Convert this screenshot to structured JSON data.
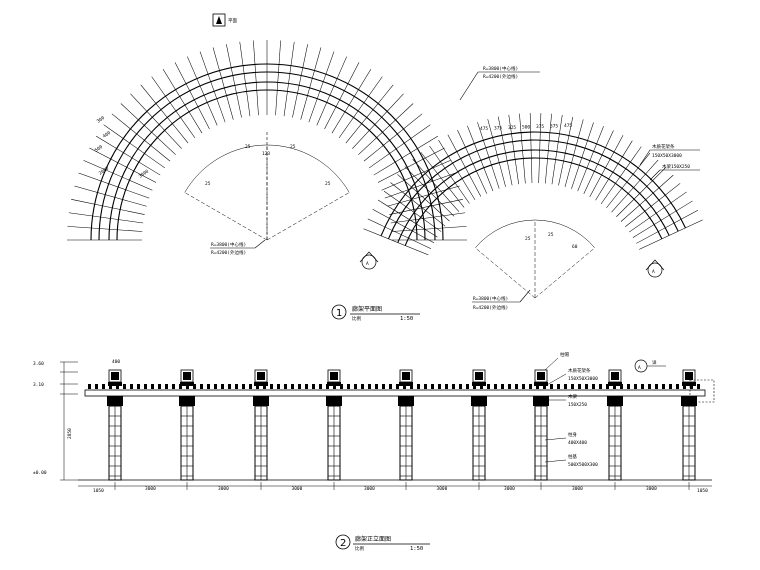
{
  "plan": {
    "title": "廊架平面图",
    "scale_prefix": "比例",
    "scale": "1:50",
    "number": "1",
    "north_tag": "平面",
    "index_tag_1": "A",
    "index_tag_2": "A",
    "callout_top_1": "R=3800(中心线)",
    "callout_top_2": "R=4200(外边线)",
    "callout_left_1": "R=3800(中心线)",
    "callout_left_2": "R=4200(外边线)",
    "callout_right_1": "R=3800(中心线)",
    "callout_right_2": "R=4200(外边线)",
    "note_right_1": "木质花架条",
    "note_right_2": "150X50X3000",
    "note_right_3": "木梁150X250",
    "dims_left": [
      "300",
      "400",
      "500",
      "2000",
      "3000"
    ],
    "dims_top": [
      "475",
      "375",
      "325",
      "500",
      "375",
      "375",
      "475"
    ],
    "angles": [
      "25",
      "25",
      "123",
      "25",
      "25",
      "25",
      "25",
      "60"
    ]
  },
  "elevation": {
    "title": "廊架正立面图",
    "scale_prefix": "比例",
    "scale": "1:50",
    "number": "2",
    "level_top": "3.60",
    "level_mid": "3.10",
    "level_ground": "±0.00",
    "dim_height": "2850",
    "dim_top": "400",
    "dim_end_left": "1050",
    "dim_end_right": "1050",
    "span": "3000",
    "callout_tag": "A",
    "callout_label": "详",
    "notes": [
      "柱帽",
      "木质花架条",
      "150X50X3000",
      "木梁",
      "150X250",
      "柱身",
      "400X400",
      "柱基",
      "500X500X300"
    ]
  }
}
